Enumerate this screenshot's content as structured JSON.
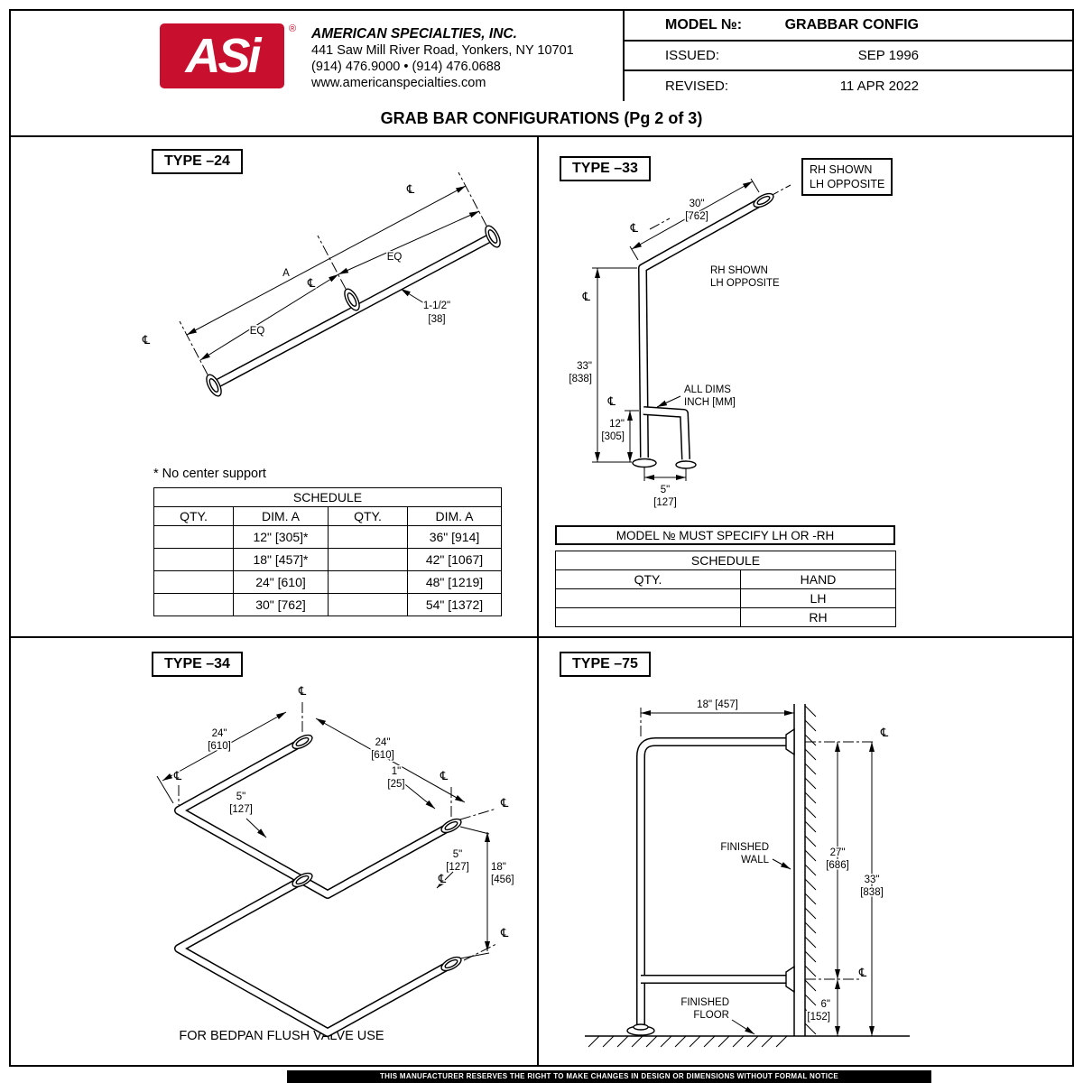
{
  "header": {
    "logo": "ASi",
    "logo_reg": "®",
    "company": "AMERICAN SPECIALTIES, INC.",
    "address": "441 Saw Mill River Road, Yonkers, NY 10701",
    "phone": "(914) 476.9000 • (914) 476.0688",
    "website": "www.americanspecialties.com",
    "model_label": "MODEL №:",
    "model_value": "GRABBAR CONFIG",
    "issued_label": "ISSUED:",
    "issued_value": "SEP 1996",
    "revised_label": "REVISED:",
    "revised_value": "11 APR 2022"
  },
  "title": "GRAB BAR CONFIGURATIONS (Pg 2 of 3)",
  "symbols": {
    "centerline": "℄"
  },
  "type24": {
    "label": "TYPE –24",
    "dim_eq": "EQ",
    "dim_a": "A",
    "tube_in": "1-1/2\"",
    "tube_mm": "[38]",
    "note": "* No center support",
    "schedule": {
      "title": "SCHEDULE",
      "headers": [
        "QTY.",
        "DIM. A",
        "QTY.",
        "DIM. A"
      ],
      "rows": [
        [
          "",
          "12\" [305]*",
          "",
          "36\" [914]"
        ],
        [
          "",
          "18\" [457]*",
          "",
          "42\" [1067]"
        ],
        [
          "",
          "24\" [610]",
          "",
          "48\" [1219]"
        ],
        [
          "",
          "30\" [762]",
          "",
          "54\" [1372]"
        ]
      ]
    }
  },
  "type33": {
    "label": "TYPE –33",
    "hand_note_1": "RH SHOWN",
    "hand_note_2": "LH OPPOSITE",
    "dim30_in": "30\"",
    "dim30_mm": "[762]",
    "dim33_in": "33\"",
    "dim33_mm": "[838]",
    "dim12_in": "12\"",
    "dim12_mm": "[305]",
    "dim5_in": "5\"",
    "dim5_mm": "[127]",
    "alldims_1": "ALL DIMS",
    "alldims_2": "INCH [MM]",
    "model_note": "MODEL № MUST SPECIFY LH OR -RH",
    "schedule": {
      "title": "SCHEDULE",
      "headers": [
        "QTY.",
        "HAND"
      ],
      "rows": [
        [
          "",
          "LH"
        ],
        [
          "",
          "RH"
        ]
      ]
    }
  },
  "type34": {
    "label": "TYPE –34",
    "dim24_in": "24\"",
    "dim24_mm": "[610]",
    "dim1_in": "1\"",
    "dim1_mm": "[25]",
    "dim5_in": "5\"",
    "dim5_mm": "[127]",
    "dim18_in": "18\"",
    "dim18_mm": "[456]",
    "caption": "FOR BEDPAN FLUSH VALVE  USE"
  },
  "type75": {
    "label": "TYPE –75",
    "dim18": "18\" [457]",
    "dim27_in": "27\"",
    "dim27_mm": "[686]",
    "dim33_in": "33\"",
    "dim33_mm": "[838]",
    "dim6_in": "6\"",
    "dim6_mm": "[152]",
    "wall_1": "FINISHED",
    "wall_2": "WALL",
    "floor_1": "FINISHED",
    "floor_2": "FLOOR"
  },
  "footer": "THIS MANUFACTURER RESERVES THE RIGHT TO MAKE CHANGES IN DESIGN OR DIMENSIONS WITHOUT FORMAL NOTICE"
}
